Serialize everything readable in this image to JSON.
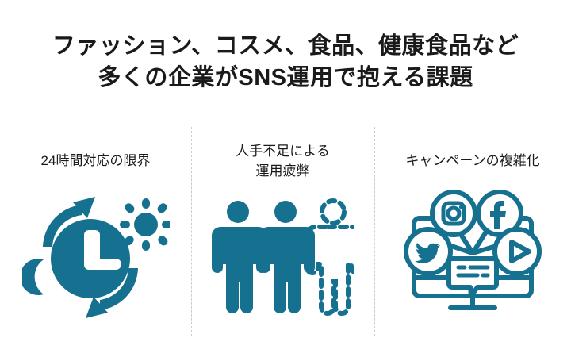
{
  "slide": {
    "background_color": "#ffffff",
    "accent_color": "#16708f",
    "text_color": "#1a1a1a",
    "divider_color": "#cccccc"
  },
  "title": {
    "line1": "ファッション、コスメ、食品、健康食品など",
    "line2": "多くの企業がSNS運用で抱える課題"
  },
  "columns": [
    {
      "id": "column-1",
      "heading_line1": "24時間対応の限界",
      "heading_line2": "",
      "icon_name": "clock-day-night-cycle-icon",
      "icon_parts": [
        "clock-icon",
        "sun-icon",
        "moon-icon",
        "cycle-arrow-icon"
      ]
    },
    {
      "id": "column-2",
      "heading_line1": "人手不足による",
      "heading_line2": "運用疲弊",
      "icon_name": "staff-shortage-people-icon",
      "icon_parts": [
        "person-filled-icon",
        "person-filled-icon",
        "person-dashed-outline-icon"
      ]
    },
    {
      "id": "column-3",
      "heading_line1": "キャンペーンの複雑化",
      "heading_line2": "",
      "icon_name": "social-media-monitor-icon",
      "icon_parts": [
        "monitor-icon",
        "instagram-icon",
        "facebook-icon",
        "twitter-icon",
        "youtube-play-icon",
        "chat-bubble-icon"
      ]
    }
  ]
}
